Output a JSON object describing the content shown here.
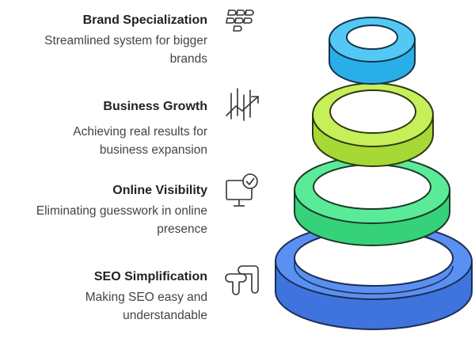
{
  "items": [
    {
      "title": "Brand Specialization",
      "desc_lines": [
        "Streamlined system for bigger",
        "brands"
      ],
      "icon": "blackberry-icon",
      "ring_color": "#33b9f0"
    },
    {
      "title": "Business Growth",
      "desc_lines": [
        "Achieving real results for",
        "business expansion"
      ],
      "icon": "growth-chart-icon",
      "ring_color": "#b8e64c"
    },
    {
      "title": "Online Visibility",
      "desc_lines": [
        "Eliminating guesswork in online",
        "presence"
      ],
      "icon": "monitor-check-icon",
      "ring_color": "#4de68c"
    },
    {
      "title": "SEO Simplification",
      "desc_lines": [
        "Making SEO easy and",
        "understandable"
      ],
      "icon": "seo-path-icon",
      "ring_color": "#4f86f0"
    }
  ]
}
